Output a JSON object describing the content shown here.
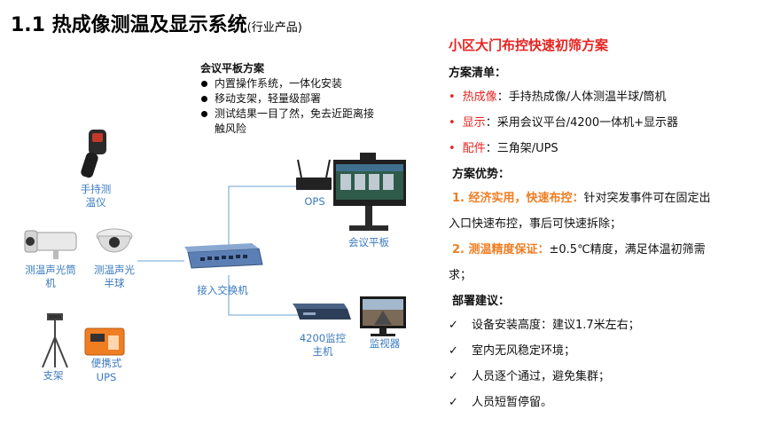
{
  "title": {
    "main": "1.1 热成像测温及显示系统",
    "sub": "(行业产品)"
  },
  "tablet": {
    "title": "会议平板方案",
    "bullets": [
      "内置操作系统，一体化安装",
      "移动支架，轻量级部署",
      "测试结果一目了然，免去近距离接触风险"
    ]
  },
  "labels": {
    "handheld": "手持测温仪",
    "bullet_cam": "测温声光筒机",
    "dome_cam": "测温声光半球",
    "switch": "接入交换机",
    "ops": "OPS",
    "panel": "会议平板",
    "tripod": "支架",
    "ups_a": "便携式",
    "ups_b": "UPS",
    "host_a": "4200监控",
    "host_b": "主机",
    "monitor": "监视器"
  },
  "right": {
    "title": "小区大门布控快速初筛方案",
    "list_head": "方案清单：",
    "list": [
      {
        "key": "热成像",
        "val": "：手持热成像/人体测温半球/筒机"
      },
      {
        "key": "显示",
        "val": "：采用会议平台/4200一体机+显示器"
      },
      {
        "key": "配件",
        "val": "：三角架/UPS"
      }
    ],
    "adv_head": "方案优势：",
    "adv1_key": "1. 经济实用，快速布控：",
    "adv1_l1": "针对突发事件可在固定出",
    "adv1_l2": "入口快速布控，事后可快速拆除；",
    "adv2_key": "2. 测温精度保证：",
    "adv2_l1": "±0.5℃精度，满足体温初筛需",
    "adv2_l2": "求；",
    "dep_head": "部署建议：",
    "checks": [
      "设备安装高度：建议1.7米左右；",
      "室内无风稳定环境；",
      "人员逐个通过，避免集群；",
      "人员短暂停留。"
    ]
  },
  "colors": {
    "accent_red": "#e52421",
    "accent_orange": "#ef7d22",
    "label_blue": "#3a7abf",
    "line_blue": "#8ab4dc"
  }
}
